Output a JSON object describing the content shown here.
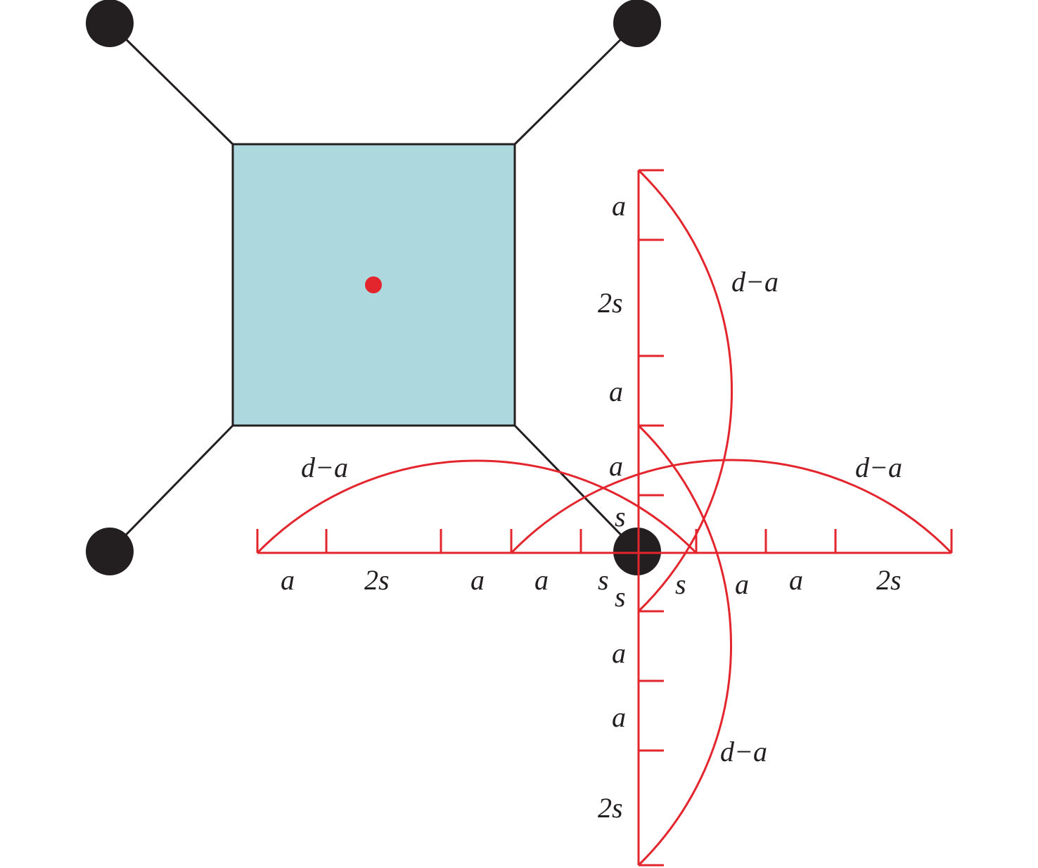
{
  "colors": {
    "node": "#231f20",
    "square_fill": "#add8de",
    "edge": "#231f20",
    "measure": "#e3262d",
    "center_dot": "#e3262d"
  },
  "horizontal_labels": [
    "a",
    "2s",
    "a",
    "a",
    "s",
    "s",
    "a",
    "a",
    "2s"
  ],
  "vertical_labels": [
    "a",
    "2s",
    "a",
    "a",
    "s",
    "s",
    "a",
    "a",
    "2s"
  ],
  "arc_labels": {
    "top": "d−a",
    "bottom": "d−a",
    "left": "d−a",
    "right": "d−a"
  }
}
